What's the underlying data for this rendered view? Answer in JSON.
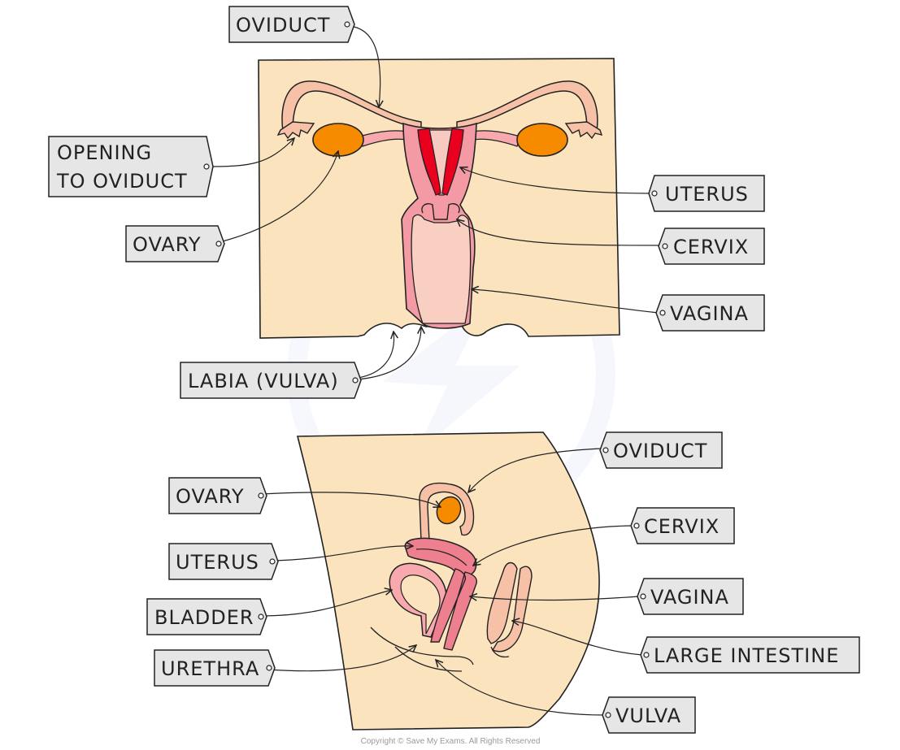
{
  "colors": {
    "panel": "#fbe3bd",
    "outline": "#222222",
    "tissue": "#f7a9ae",
    "tissue_light": "#f6c9c1",
    "muscle": "#ee7f8f",
    "uterus_inner": "#e8001e",
    "ovary": "#f78b00",
    "tag_fill": "#e6e6e6"
  },
  "front_view": {
    "labels": {
      "oviduct": "OVIDUCT",
      "opening_to_oviduct_line1": "OPENING",
      "opening_to_oviduct_line2": "TO OVIDUCT",
      "ovary": "OVARY",
      "uterus": "UTERUS",
      "cervix": "CERVIX",
      "vagina": "VAGINA",
      "labia": "LABIA (VULVA)"
    }
  },
  "side_view": {
    "labels": {
      "oviduct": "OVIDUCT",
      "ovary": "OVARY",
      "cervix": "CERVIX",
      "uterus": "UTERUS",
      "vagina": "VAGINA",
      "bladder": "BLADDER",
      "large_intestine": "LARGE INTESTINE",
      "urethra": "URETHRA",
      "vulva": "VULVA"
    }
  },
  "copyright": "Copyright © Save My Exams. All Rights Reserved"
}
